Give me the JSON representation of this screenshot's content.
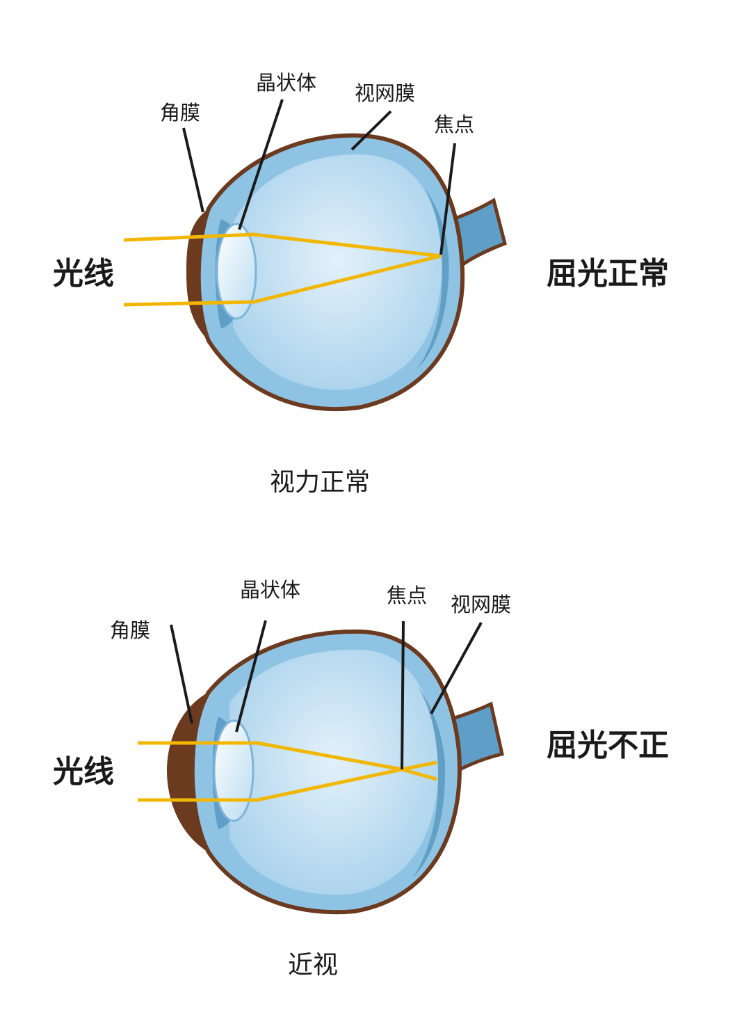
{
  "colors": {
    "sclera_outline": "#6b3a1f",
    "eye_outer": "#8fc3e3",
    "eye_inner": "#cfe6f5",
    "eye_dark": "#4f90b8",
    "light_ray": "#f2b705",
    "pointer_line": "#1a1a1a"
  },
  "normal": {
    "labels": {
      "cornea": "角膜",
      "lens": "晶状体",
      "retina": "视网膜",
      "focus": "焦点"
    },
    "light": "光线",
    "status": "屈光正常",
    "caption": "视力正常"
  },
  "myopia": {
    "labels": {
      "cornea": "角膜",
      "lens": "晶状体",
      "focus": "焦点",
      "retina": "视网膜"
    },
    "light": "光线",
    "status": "屈光不正",
    "caption": "近视"
  }
}
